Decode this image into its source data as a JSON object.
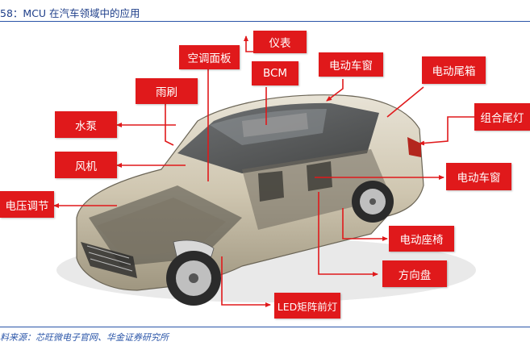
{
  "figure": {
    "title": "58：MCU 在汽车领域中的应用",
    "source": "料来源：芯旺微电子官网、华金证券研究所"
  },
  "labels": {
    "yibiao": "仪表",
    "kongtiao": "空调面板",
    "bcm": "BCM",
    "chechuang_top": "电动车窗",
    "weixiang": "电动尾箱",
    "yushua": "雨刷",
    "weideng": "组合尾灯",
    "shuibeng": "水泵",
    "fengji": "风机",
    "chechuang_right": "电动车窗",
    "dianya": "电压调节",
    "zuoyi": "电动座椅",
    "fangxiangpan": "方向盘",
    "led": "LED矩阵前灯"
  },
  "colors": {
    "box": "#e0191b",
    "title": "#1f3f8a",
    "rule": "#2a55a8"
  }
}
